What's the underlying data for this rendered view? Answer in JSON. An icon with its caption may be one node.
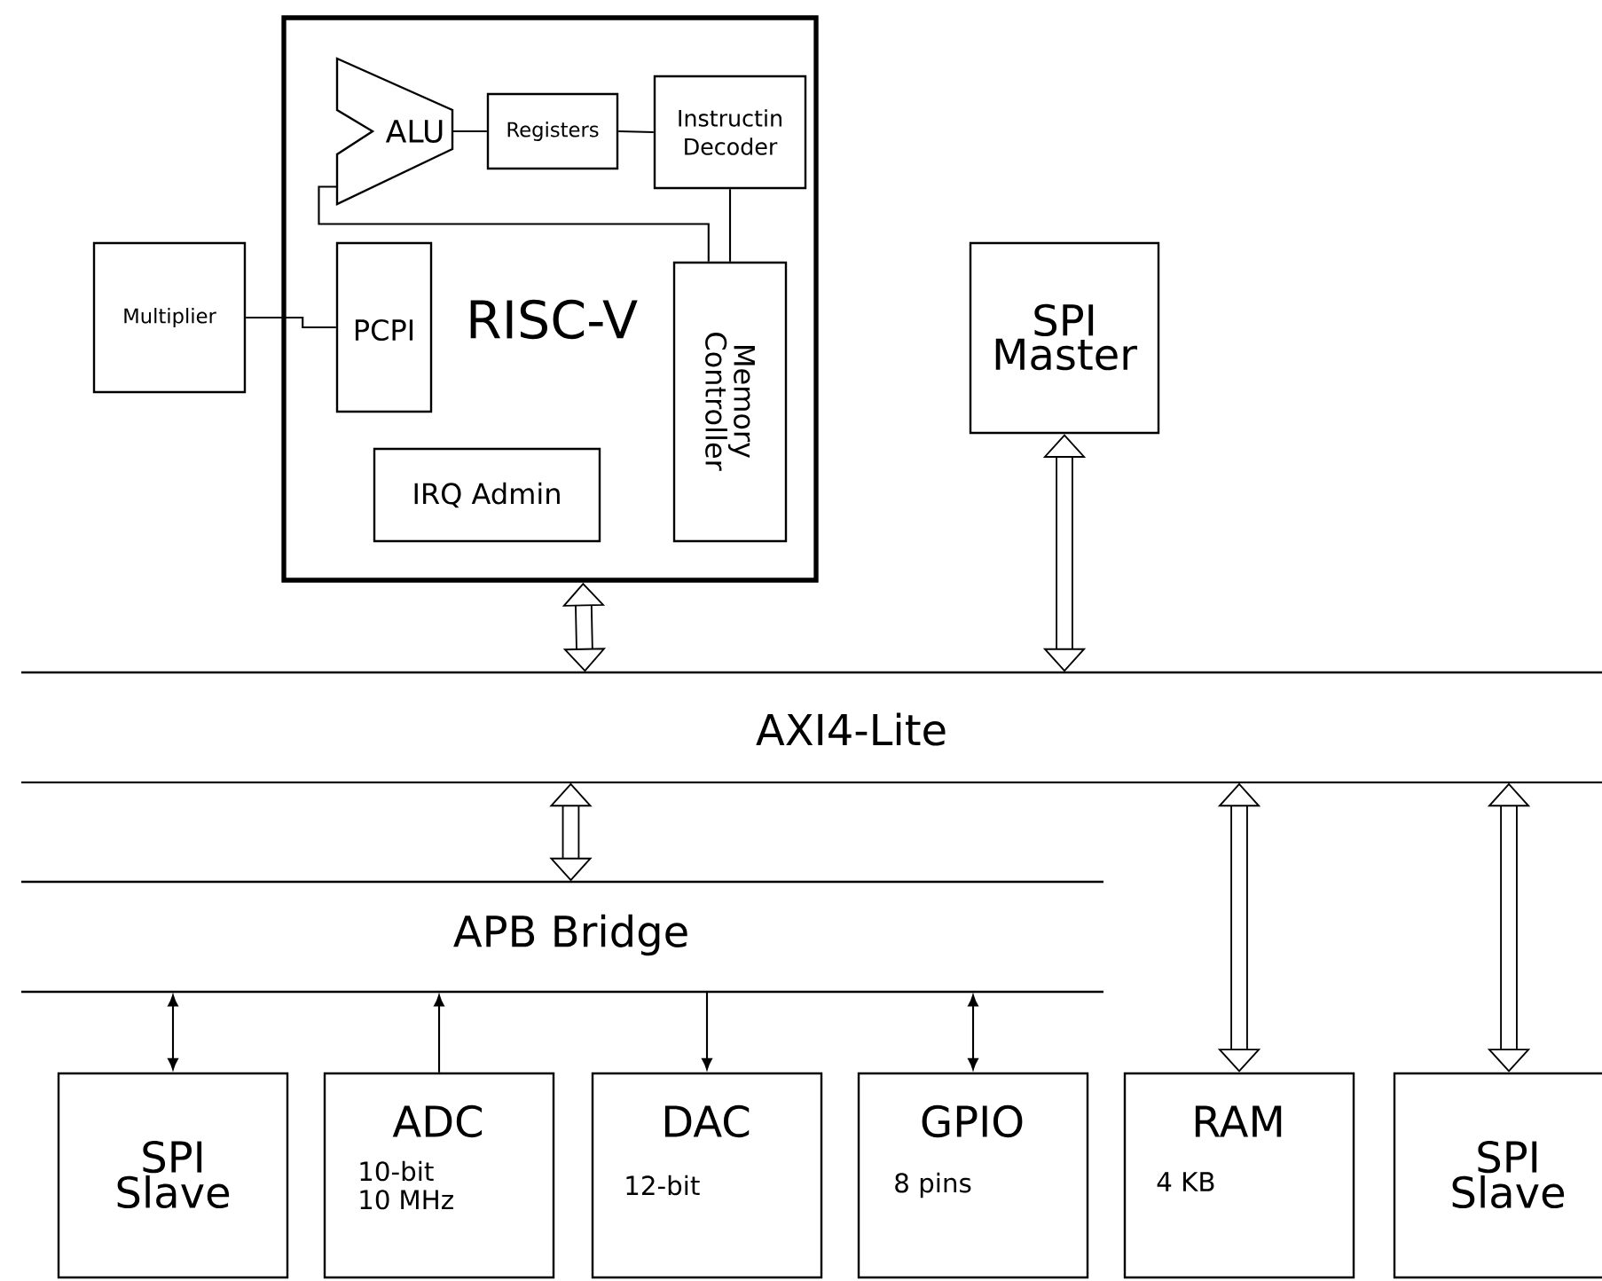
{
  "diagram": {
    "nodes": [
      {
        "text": [
          "RISC-V"
        ]
      },
      {
        "text": [
          "ALU"
        ],
        "in": 0
      },
      {
        "text": [
          "Registers"
        ],
        "in": 0
      },
      {
        "text": [
          "Instructin Decoder"
        ],
        "in": 0
      },
      {
        "text": [
          "Multiplier"
        ]
      },
      {
        "text": [
          "PCPI"
        ],
        "in": 0
      },
      {
        "text": [
          "Memory Controller"
        ],
        "in": 0
      },
      {
        "text": [
          "IRQ Admin"
        ],
        "in": 0
      },
      {
        "text": [
          "SPI Master"
        ]
      },
      {
        "text": [
          "AXI4-Lite"
        ]
      },
      {
        "text": [
          "APB Bridge"
        ]
      },
      {
        "text": [
          "SPI Slave"
        ]
      },
      {
        "text": [
          "ADC",
          "10-bit 10 MHz"
        ]
      },
      {
        "text": [
          "DAC",
          "12-bit"
        ]
      },
      {
        "text": [
          "GPIO",
          "8 pins"
        ]
      },
      {
        "text": [
          "RAM",
          "4 KB"
        ]
      },
      {
        "text": [
          "SPI Slave"
        ]
      }
    ],
    "edges": [
      {
        "from": 1,
        "to": 2,
        "arrow": "none"
      },
      {
        "from": 2,
        "to": 3,
        "arrow": "none"
      },
      {
        "from": 3,
        "to": 6,
        "arrow": "none"
      },
      {
        "from": 1,
        "to": 6,
        "arrow": "none"
      },
      {
        "from": 4,
        "to": 5,
        "arrow": "none"
      },
      {
        "from": 0,
        "to": 9,
        "arrow": "both",
        "style": "thick"
      },
      {
        "from": 8,
        "to": 9,
        "arrow": "both",
        "style": "thick"
      },
      {
        "from": 9,
        "to": 10,
        "arrow": "both",
        "style": "thick"
      },
      {
        "from": 9,
        "to": 15,
        "arrow": "both",
        "style": "thick"
      },
      {
        "from": 9,
        "to": 16,
        "arrow": "both",
        "style": "thick"
      },
      {
        "from": 10,
        "to": 11,
        "arrow": "both"
      },
      {
        "from": 12,
        "to": 10,
        "arrow": "to"
      },
      {
        "from": 10,
        "to": 13,
        "arrow": "to"
      },
      {
        "from": 10,
        "to": 14,
        "arrow": "both"
      }
    ]
  }
}
